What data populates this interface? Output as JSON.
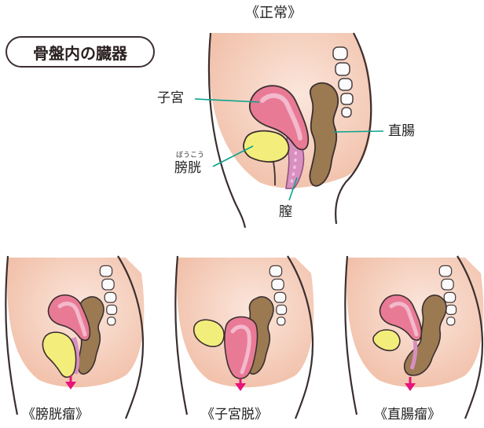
{
  "title": "骨盤内の臓器",
  "normal": {
    "caption": "《正常》",
    "labels": {
      "uterus": "子宮",
      "bladder": "膀胱",
      "bladder_ruby": "ぼうこう",
      "rectum": "直腸",
      "vagina": "膣"
    }
  },
  "conditions": [
    {
      "caption": "《膀胱瘤》"
    },
    {
      "caption": "《子宮脱》"
    },
    {
      "caption": "《直腸瘤》"
    }
  ],
  "colors": {
    "skin": "#f3c9b5",
    "uterus": "#e97a95",
    "uterus_inner": "#f3b9cc",
    "bladder": "#f3ee7c",
    "rectum": "#9b7a52",
    "vagina": "#d98fc0",
    "leader_line": "#0aa48c",
    "arrow": "#e4147a"
  }
}
